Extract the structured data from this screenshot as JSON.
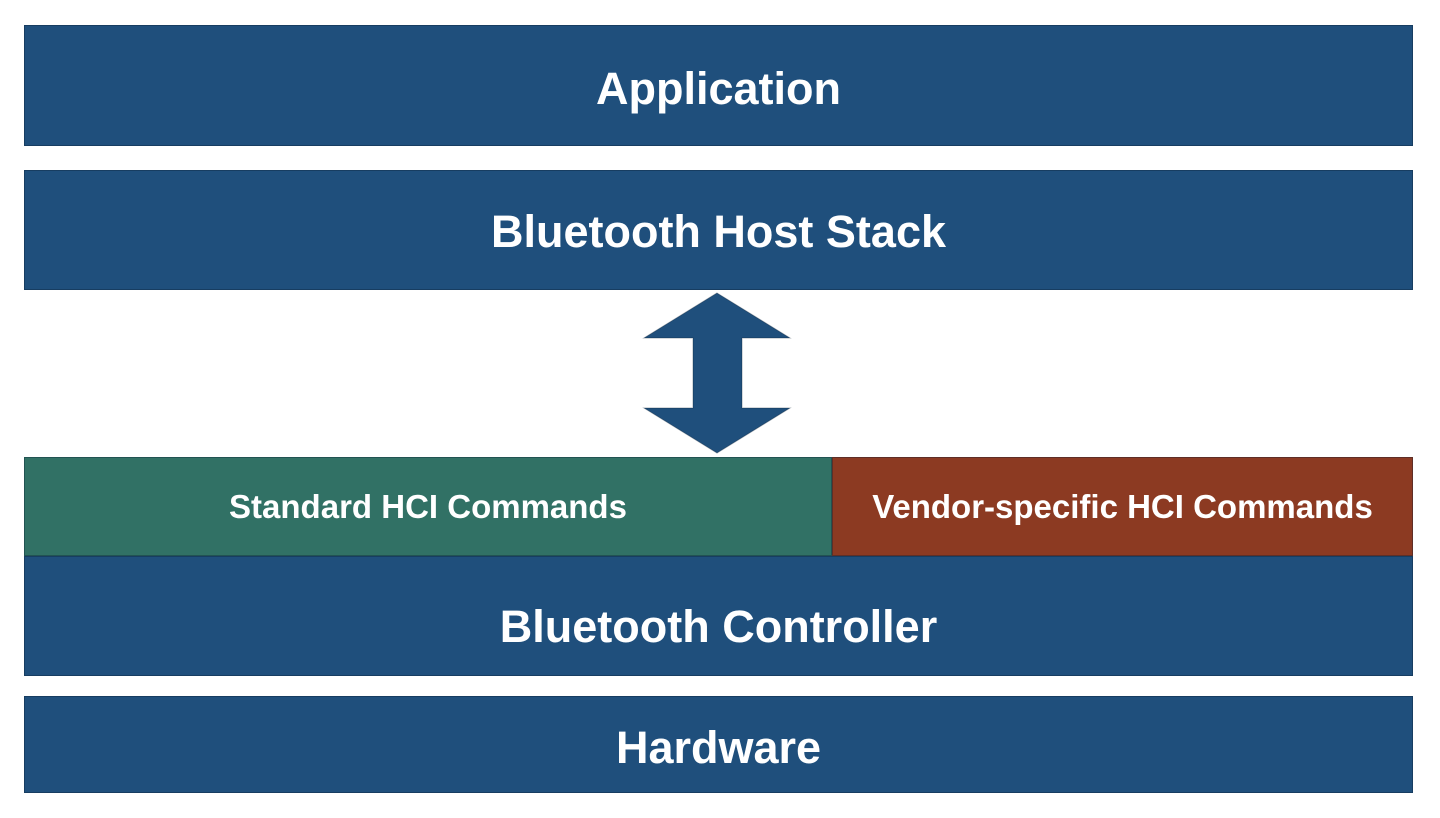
{
  "colors": {
    "blue": "#1F4F7C",
    "teal": "#317165",
    "red": "#8C3A22",
    "text": "#FFFFFF",
    "background": "#FFFFFF"
  },
  "layers": {
    "application": {
      "label": "Application"
    },
    "host_stack": {
      "label": "Bluetooth Host Stack"
    },
    "standard_hci": {
      "label": "Standard HCI Commands"
    },
    "vendor_hci": {
      "label": "Vendor-specific HCI Commands"
    },
    "controller": {
      "label": "Bluetooth Controller"
    },
    "hardware": {
      "label": "Hardware"
    }
  }
}
